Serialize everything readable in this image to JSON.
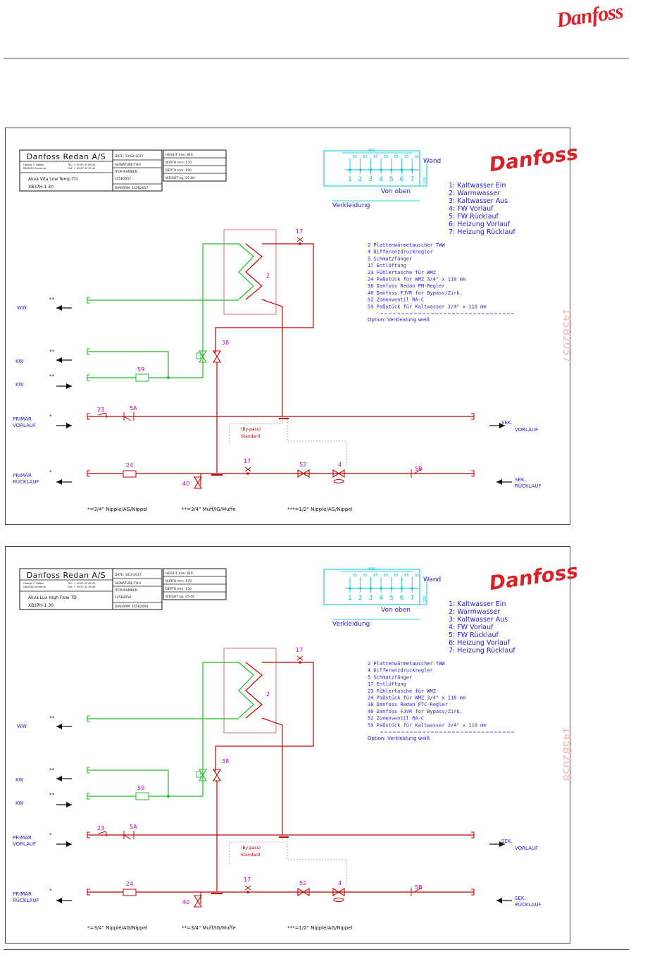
{
  "header": {
    "logo_text": "Danfoss"
  },
  "colors": {
    "brand_red": "#d6232a",
    "pipe_red": "#c00000",
    "pipe_green": "#22bb22",
    "cyan": "#00bcd4",
    "magenta": "#c000c0",
    "blue": "#1f1fd6",
    "ghost": "#f0b8b0"
  },
  "diagrams": [
    {
      "title_block": {
        "company": "Danfoss Redan A/S",
        "address1": "Omega 7, Søften",
        "address2": "DK-8382 Hinnerup",
        "tel": "TEL: + 45 87 43 89 43",
        "fax": "FAX: + 45 87 43 89 44",
        "product": "Akva Vita Low Temp TD",
        "model": "XB37H-1 30",
        "date": "DATE: 13/02-2017",
        "signature": "SIGNATURE:THH",
        "item_number_label": "ITEM NUMBER:",
        "item_number": "145B2057",
        "diagram": "DIAGRAM: 145B2057",
        "height": "HEIGHT mm: 616",
        "width": "WIDTH mm: 570",
        "depth": "DEPTH mm: 150",
        "weight": "WEIGHT kg: 25-40"
      },
      "connector_box": {
        "total_width": "600",
        "spacings": [
          "65",
          "65",
          "65",
          "65",
          "65",
          "65",
          "65"
        ],
        "numbers": [
          "1",
          "2",
          "3",
          "4",
          "5",
          "6",
          "7"
        ],
        "side_dim": "200",
        "wall_label": "Wand",
        "view_label": "Von oben",
        "cover_label": "Verkleidung"
      },
      "legend_connections": [
        "1: Kaltwasser Ein",
        "2: Warmwasser",
        "3: Kaltwasser Aus",
        "4: FW Vorlauf",
        "5: FW Rücklauf",
        "6: Heizung Vorlauf",
        "7: Heizung Rücklauf"
      ],
      "parts_list": [
        "2    Plattenwärmetauscher TWW",
        "4    Differenzdruckregler",
        "5    Schmutzfänger",
        "17   Entlüftung",
        "23   Fühlertasche für WMZ",
        "24   Paßstück für WMZ 3/4\" x 110 mm",
        "38   Danfoss Redan PM-Regler",
        "40   Danfoss FJVR for Bypass/Zirk.",
        "52   Zonenventil RA-C",
        "59   Paßstück für Kaltwasser 3/4\" x 110 mm"
      ],
      "option_text": "Option: Verkleidung weiß",
      "vertical_code": "145B2057",
      "labels": {
        "ww": "WW",
        "kw1": "KW",
        "kw2": "KW",
        "primaer_vorlauf_1": "PRIMÄR",
        "primaer_vorlauf_2": "VORLAUF",
        "primaer_ruecklauf_1": "PRIMÄR",
        "primaer_ruecklauf_2": "RÜCKLAUF",
        "sek_vorlauf_1": "SEK.",
        "sek_vorlauf_2": "VORLAUF",
        "sek_ruecklauf_1": "SEK.",
        "sek_ruecklauf_2": "RÜCKLAUF",
        "bypass": "(By-pass)",
        "standard": "Standard",
        "star": "*",
        "dstar": "**"
      },
      "part_labels": {
        "p2": "2",
        "p17a": "17",
        "p38": "38",
        "p59": "59",
        "p23": "23",
        "p5a": "5A",
        "p24": "24",
        "p40": "40",
        "p17b": "17",
        "p52": "52",
        "p4": "4",
        "p5b": "5B"
      },
      "footnotes": [
        "*=3/4\" Nipple/AG/Nippel",
        "**=3/4\" Muff/IG/Muffe",
        "***=1/2\" Nipple/AG/Nippel"
      ]
    },
    {
      "title_block": {
        "company": "Danfoss Redan A/S",
        "address1": "Omega 7, Søften",
        "address2": "DK-8382 Hinnerup",
        "tel": "TEL: + 45 87 43 89 43",
        "fax": "FAX: + 45 87 43 89 44",
        "product": "Akva Lux High Flow TD",
        "model": "XB37H-1 30",
        "date": "DATE: 10/3-2017",
        "signature": "SIGNATURE:THH",
        "item_number_label": "ITEM NUMBER:",
        "item_number": "145B2058",
        "diagram": "DIAGRAM: 145B2058",
        "height": "HEIGHT mm: 616",
        "width": "WIDTH mm: 570",
        "depth": "DEPTH mm: 150",
        "weight": "WEIGHT kg: 25-40"
      },
      "connector_box": {
        "total_width": "600",
        "spacings": [
          "65",
          "65",
          "65",
          "65",
          "65",
          "65",
          "65"
        ],
        "numbers": [
          "1",
          "2",
          "3",
          "4",
          "5",
          "6",
          "7"
        ],
        "side_dim": "200",
        "wall_label": "Wand",
        "view_label": "Von oben",
        "cover_label": "Verkleidung"
      },
      "legend_connections": [
        "1: Kaltwasser Ein",
        "2: Warmwasser",
        "3: Kaltwasser Aus",
        "4: FW Vorlauf",
        "5: FW Rücklauf",
        "6: Heizung Vorlauf",
        "7: Heizung Rücklauf"
      ],
      "parts_list": [
        "2    Plattenwärmetauscher TWW",
        "4    Differenzdruckregler",
        "5    Schmutzfänger",
        "17   Entlüftung",
        "23   Fühlertasche für WMZ",
        "24   Paßstück für WMZ 3/4\" x 110 mm",
        "38   Danfoss Redan PTC-Regler",
        "40   Danfoss FJVR for Bypass/Zirk.",
        "52   Zonenventil RA-C",
        "59   Paßstück für Kaltwasser 3/4\" x 110 mm"
      ],
      "option_text": "Option: Verkleidung weiß",
      "vertical_code": "145B2058",
      "labels": {
        "ww": "WW",
        "kw1": "KW",
        "kw2": "KW",
        "primaer_vorlauf_1": "PRIMÄR",
        "primaer_vorlauf_2": "VORLAUF",
        "primaer_ruecklauf_1": "PRIMÄR",
        "primaer_ruecklauf_2": "RÜCKLAUF",
        "sek_vorlauf_1": "SEK.",
        "sek_vorlauf_2": "VORLAUF",
        "sek_ruecklauf_1": "SEK.",
        "sek_ruecklauf_2": "RÜCKLAUF",
        "bypass": "(By-pass)",
        "standard": "Standard",
        "star": "*",
        "dstar": "**"
      },
      "part_labels": {
        "p2": "2",
        "p17a": "17",
        "p38": "38",
        "p59": "59",
        "p23": "23",
        "p5a": "5A",
        "p24": "24",
        "p40": "40",
        "p17b": "17",
        "p52": "52",
        "p4": "4",
        "p5b": "5B"
      },
      "footnotes": [
        "*=3/4\" Nipple/AG/Nippel",
        "**=3/4\" Muff/IG/Muffe",
        "***=1/2\" Nipple/AG/Nippel"
      ]
    }
  ]
}
